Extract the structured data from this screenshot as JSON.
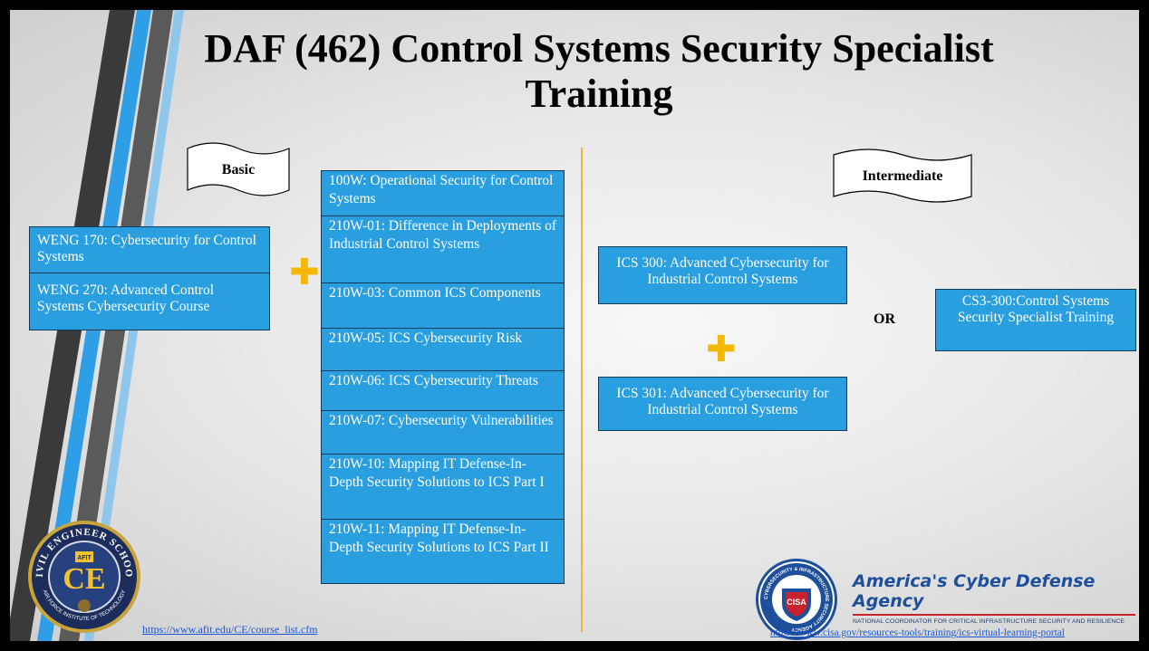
{
  "title": "DAF (462) Control Systems Security Specialist Training",
  "banners": {
    "basic": "Basic",
    "intermediate": "Intermediate"
  },
  "weng_courses": [
    "WENG 170: Cybersecurity for Control Systems",
    "WENG 270: Advanced Control Systems Cybersecurity Course"
  ],
  "basic_courses": [
    "100W: Operational Security for Control Systems",
    "210W-01: Difference in Deployments of Industrial Control Systems",
    "210W-03: Common ICS Components",
    "210W-05: ICS Cybersecurity Risk",
    "210W-06: ICS Cybersecurity Threats",
    "210W-07: Cybersecurity Vulnerabilities",
    "210W-10: Mapping IT Defense-In-Depth Security Solutions to ICS Part I",
    "210W-11: Mapping IT Defense-In-Depth Security Solutions to ICS Part II"
  ],
  "intermediate_courses": {
    "ics300": "ICS 300: Advanced Cybersecurity for Industrial Control Systems",
    "ics301": "ICS 301: Advanced Cybersecurity for Industrial Control Systems",
    "cs3": "CS3-300:Control Systems Security Specialist Training"
  },
  "or_label": "OR",
  "plus_symbol": "✚",
  "links": {
    "afit": "https://www.afit.edu/CE/course_list.cfm",
    "cisa": "https://www.cisa.gov/resources-tools/training/ics-virtual-learning-portal"
  },
  "cisa_brand": {
    "title": "America's Cyber Defense Agency",
    "subtitle": "NATIONAL COORDINATOR FOR CRITICAL INFRASTRUCTURE SECURITY AND RESILIENCE",
    "seal_text": "CYBERSECURITY & INFRASTRUCTURE SECURITY AGENCY",
    "seal_center": "CISA"
  },
  "ce_seal": {
    "ring_text_top": "CIVIL ENGINEER SCHOOL",
    "ring_text_bottom": "AIR FORCE INSTITUTE OF TECHNOLOGY",
    "center": "CE",
    "badge": "AFIT"
  },
  "colors": {
    "box_fill": "#2a9fe0",
    "plus": "#f4b800",
    "divider": "#f1b43a",
    "stripe_blue": "#2e9ee6",
    "stripe_gray": "#4a4a4a",
    "cisa_blue": "#1e4f9a",
    "cisa_red": "#c8232c"
  }
}
